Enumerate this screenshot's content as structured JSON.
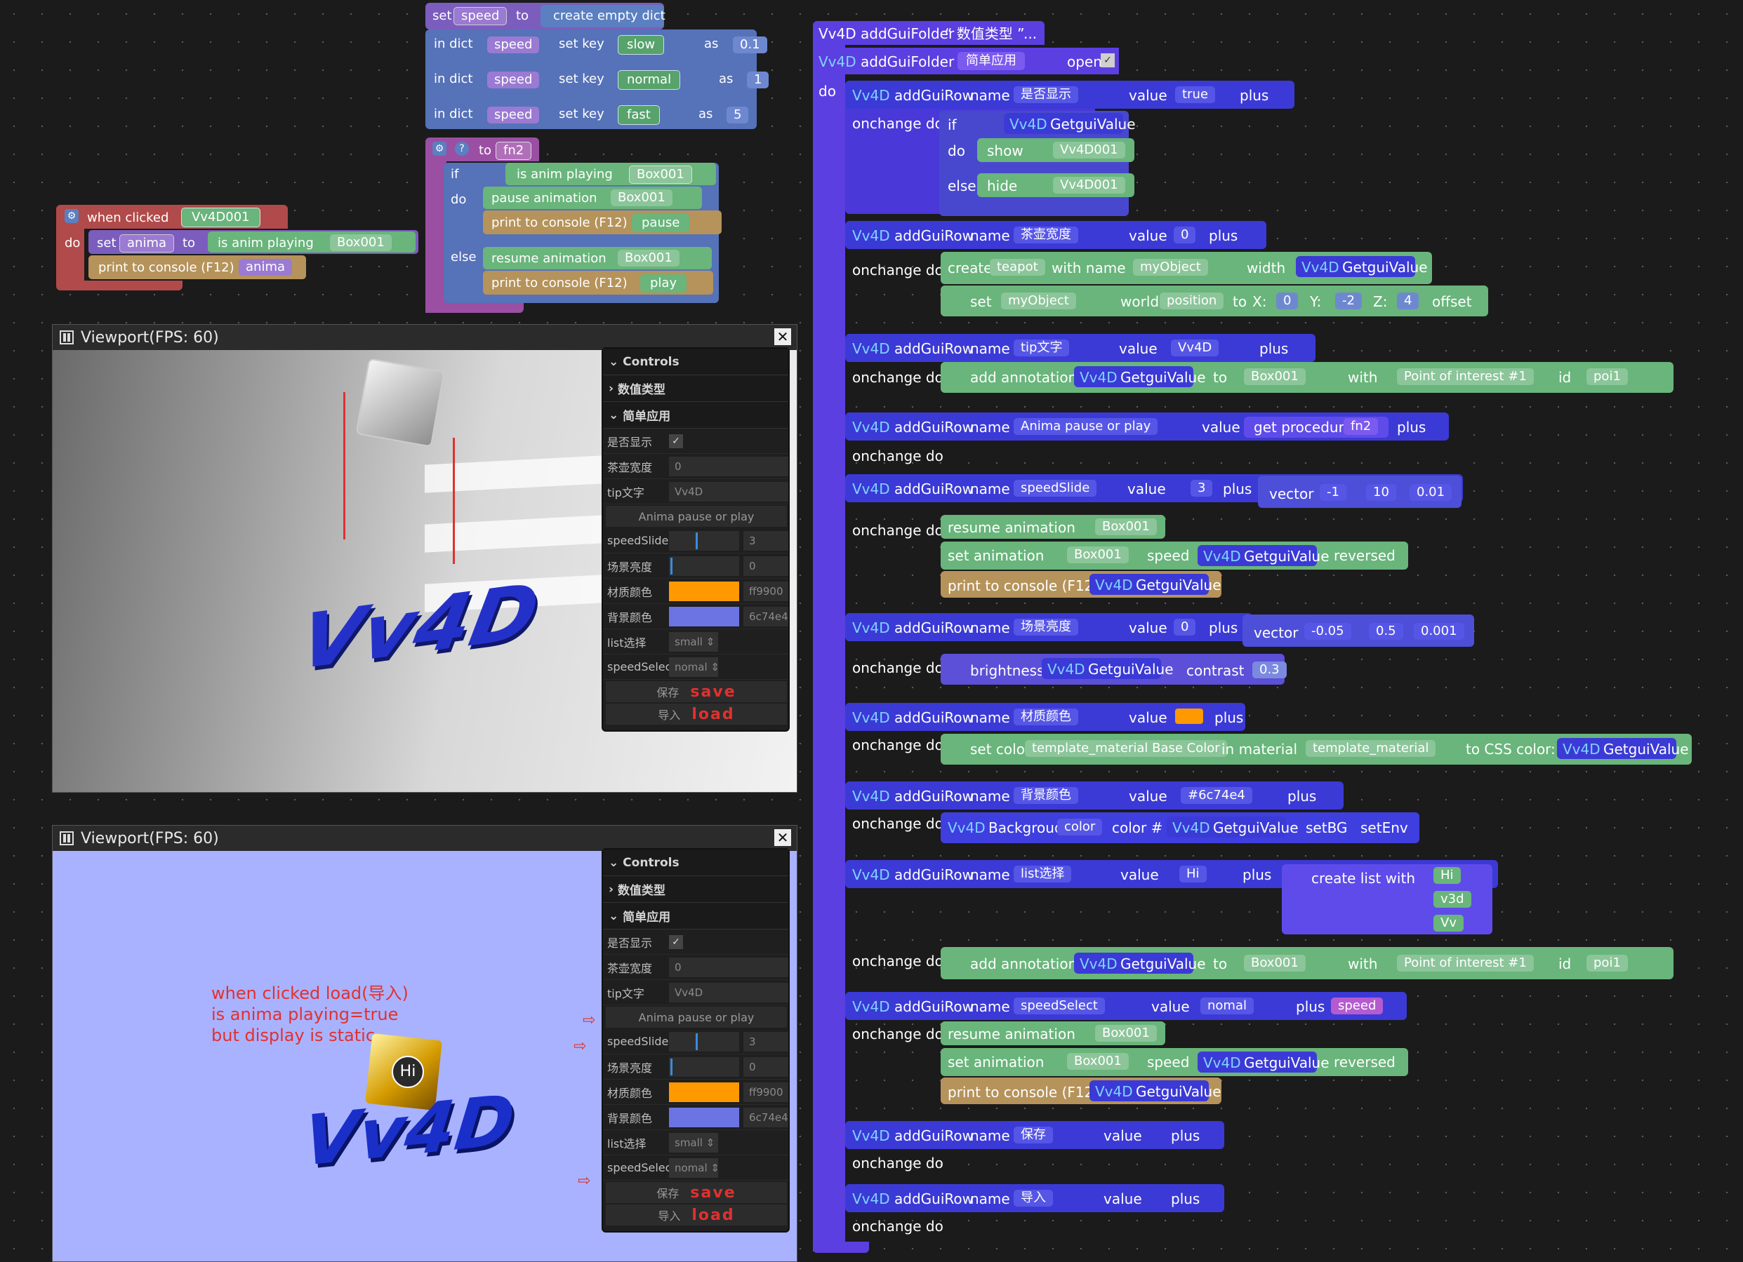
{
  "top_left_blocks": {
    "set_speed": {
      "set": "set",
      "var": "speed",
      "to": "to",
      "create": "create empty dict"
    },
    "dict_rows": [
      {
        "in": "in dict",
        "var": "speed",
        "setkey": "set key",
        "key": "slow",
        "as": "as",
        "val": "0.1"
      },
      {
        "in": "in dict",
        "var": "speed",
        "setkey": "set key",
        "key": "normal",
        "as": "as",
        "val": "1"
      },
      {
        "in": "in dict",
        "var": "speed",
        "setkey": "set key",
        "key": "fast",
        "as": "as",
        "val": "5"
      }
    ],
    "fn2": {
      "to": "to",
      "name": "fn2",
      "if": "if",
      "cond": "is anim playing",
      "obj": "Box001",
      "do": "do",
      "pause": "pause animation",
      "print": "print to console (F12)",
      "pause_str": "pause",
      "else": "else",
      "resume": "resume animation",
      "play_str": "play"
    },
    "clicked": {
      "when": "when clicked",
      "obj": "Vv4D001",
      "do": "do",
      "set": "set",
      "var": "anima",
      "to": "to",
      "playing": "is anim playing",
      "box": "Box001",
      "print": "print to console (F12)",
      "anima": "anima"
    }
  },
  "viewport1": {
    "title": "Viewport(FPS: 60)",
    "controls": {
      "header": "Controls",
      "folder1": "数值类型",
      "folder2": "简单应用",
      "rows": [
        {
          "name": "是否显示",
          "value": "✓"
        },
        {
          "name": "茶壶宽度",
          "value": "0"
        },
        {
          "name": "tip文字",
          "value": "Vv4D"
        }
      ],
      "anima_btn": "Anima pause or play",
      "sliders": [
        {
          "name": "speedSlide",
          "value": "3"
        },
        {
          "name": "场景亮度",
          "value": "0"
        }
      ],
      "colors": [
        {
          "name": "材质颜色",
          "color": "#ff9900",
          "value": "ff9900"
        },
        {
          "name": "背景颜色",
          "color": "#6c74e4",
          "value": "6c74e4"
        }
      ],
      "selects": [
        {
          "name": "list选择",
          "value": "small"
        },
        {
          "name": "speedSelect",
          "value": "nomal"
        }
      ],
      "save_cn": "保存",
      "save_en": "save",
      "load_cn": "导入",
      "load_en": "load"
    },
    "logo": "Vv4D"
  },
  "viewport2": {
    "title": "Viewport(FPS: 60)",
    "note1": "when clicked load(导入)",
    "note2": "is anima playing=true",
    "note3": "but  display is static",
    "cube_label": "Hi",
    "logo": "Vv4D"
  },
  "gui": {
    "head": "Vv4D addGuiFolder",
    "head_str": "数值类型",
    "head_dots": "...",
    "folder_kw": "addGuiFolder",
    "folder_name": "简单应用",
    "open": "open",
    "do": "do",
    "addrow": "addGuiRow",
    "name_kw": "name",
    "value_kw": "value",
    "plus_kw": "plus",
    "onchange": "onchange do",
    "getval": "GetguiValue",
    "r1": {
      "name": "是否显示",
      "value": "true",
      "if": "if",
      "do": "do",
      "else": "else",
      "show": "show",
      "hide": "hide",
      "obj": "Vv4D001"
    },
    "r2": {
      "name": "茶壶宽度",
      "value": "0",
      "create": "create",
      "teapot": "teapot",
      "withname": "with name",
      "myobj": "myObject",
      "width": "width",
      "set": "set",
      "world": "world",
      "position": "position",
      "to": "to",
      "x": "X:",
      "xv": "0",
      "y": "Y:",
      "yv": "-2",
      "z": "Z:",
      "zv": "4",
      "offset": "offset"
    },
    "r3": {
      "name": "tip文字",
      "value": "Vv4D",
      "ann": "add annotation",
      "to": "to",
      "obj": "Box001",
      "with": "with",
      "poi": "Point of interest #1",
      "id": "id",
      "idv": "poi1"
    },
    "r4": {
      "name": "Anima pause or play",
      "getproc": "get procedure",
      "fn": "fn2"
    },
    "r5": {
      "name": "speedSlide",
      "value": "3",
      "vector": "vector",
      "v": [
        "-1",
        "10",
        "0.01"
      ],
      "resume": "resume animation",
      "obj": "Box001",
      "setanim": "set animation",
      "speed": "speed",
      "reversed": "reversed",
      "print": "print to console (F12)"
    },
    "r6": {
      "name": "场景亮度",
      "value": "0",
      "vector": "vector",
      "v": [
        "-0.05",
        "0.5",
        "0.001"
      ],
      "bright": "brightness",
      "contrast": "contrast",
      "cv": "0.3"
    },
    "r7": {
      "name": "材质颜色",
      "color": "#ff9900",
      "setcolor": "set color",
      "mat": "template_material Base Color",
      "inmat": "in material",
      "tm": "template_material",
      "css": "to CSS color:"
    },
    "r8": {
      "name": "背景颜色",
      "value": "#6c74e4",
      "bg": "Backgroud",
      "color": "color",
      "colorhash": "color #",
      "setbg": "setBG",
      "setenv": "setEnv"
    },
    "r9": {
      "name": "list选择",
      "value": "Hi",
      "cl": "create list with",
      "items": [
        "Hi",
        "v3d",
        "Vv"
      ],
      "ann": "add annotation",
      "to": "to",
      "obj": "Box001",
      "with": "with",
      "poi": "Point of interest #1",
      "id": "id",
      "idv": "poi1"
    },
    "r10": {
      "name": "speedSelect",
      "value": "nomal",
      "speedvar": "speed",
      "resume": "resume animation",
      "obj": "Box001",
      "setanim": "set animation",
      "speed": "speed",
      "reversed": "reversed",
      "print": "print to console (F12)"
    },
    "r11": {
      "name": "保存"
    },
    "r12": {
      "name": "导入"
    }
  }
}
